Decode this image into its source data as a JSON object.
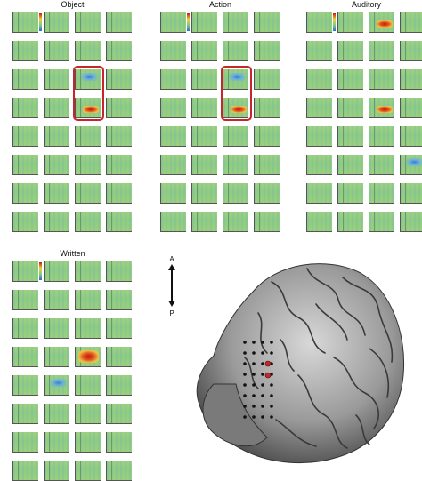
{
  "panels": [
    {
      "title": "Object"
    },
    {
      "title": "Action"
    },
    {
      "title": "Auditory"
    },
    {
      "title": "Written"
    }
  ],
  "orientation": {
    "top_label": "A",
    "bottom_label": "P"
  },
  "colors": {
    "highlight": "#c8252b",
    "electrode": "#111111",
    "active_electrode": "#c0282f"
  }
}
